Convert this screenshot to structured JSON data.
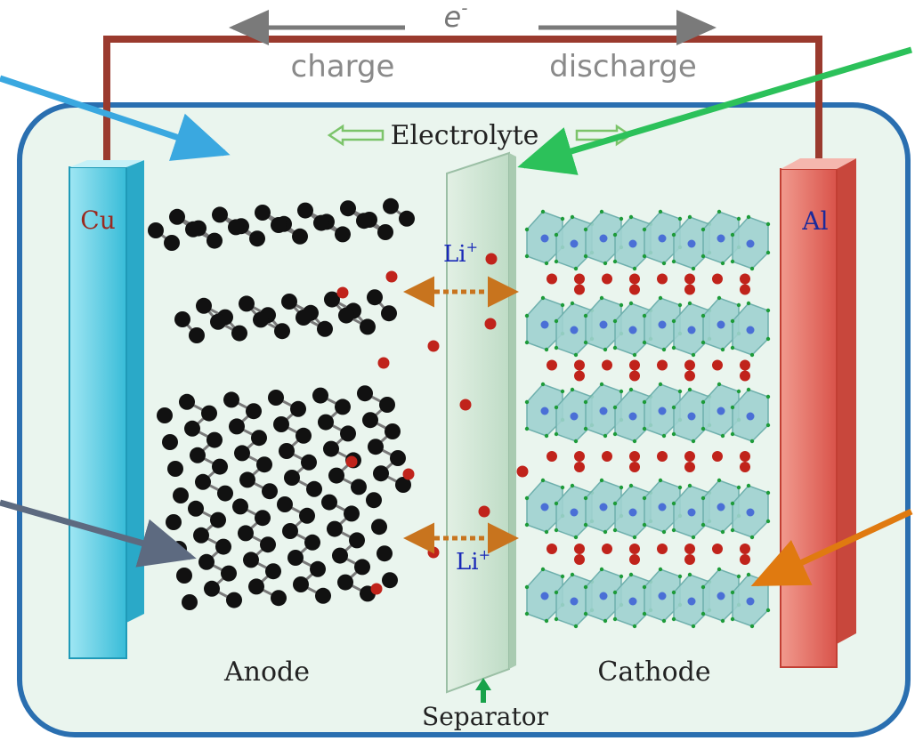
{
  "circuit": {
    "electron_label": "e",
    "electron_superscript": "-",
    "charge_label": "charge",
    "discharge_label": "discharge",
    "wire_color": "#9a3a2e"
  },
  "cell": {
    "electrolyte_label": "Electrolyte",
    "background_color": "#eaf5ee",
    "border_color": "#2a6fb0"
  },
  "electrodes": {
    "left_collector_label": "Cu",
    "right_collector_label": "Al",
    "anode_label": "Anode",
    "cathode_label": "Cathode",
    "left_collector_color": "#5bcfe6",
    "right_collector_color": "#e06a5c"
  },
  "separator": {
    "label": "Separator",
    "color": "#cfe6d8"
  },
  "ions": {
    "top_label": "Li",
    "bottom_label": "Li",
    "superscript": "+",
    "ion_color": "#c0231b",
    "arrow_color": "#c8741e"
  },
  "pointers": {
    "electrolyte_pointer_color": "#3aa8e0",
    "separator_pointer_color": "#2cc15a",
    "anode_pointer_color": "#5d6a80",
    "cathode_pointer_color": "#e07a10"
  }
}
